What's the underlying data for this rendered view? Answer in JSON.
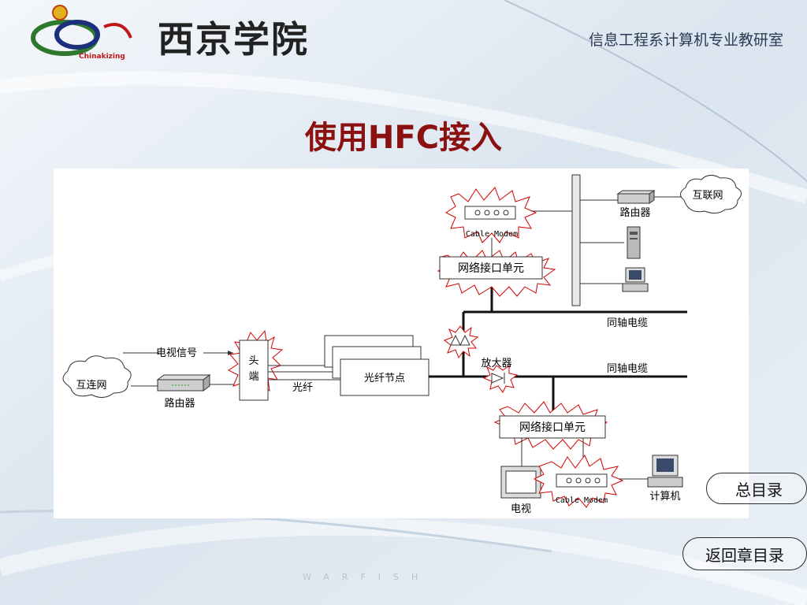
{
  "header": {
    "school_name": "西京学院",
    "logo_caption": "Chinakizing",
    "department": "信息工程系计算机专业教研室"
  },
  "slide": {
    "title": "使用HFC接入"
  },
  "diagram": {
    "internet_left": "互连网",
    "router_left": "路由器",
    "tv_signal": "电视信号",
    "head_end_1": "头",
    "head_end_2": "端",
    "fiber": "光纤",
    "fiber_node": "光纤节点",
    "amplifier": "放大器",
    "coax_1": "同轴电缆",
    "coax_2": "同轴电缆",
    "niu_top": "网络接口单元",
    "niu_bottom": "网络接口单元",
    "cable_modem_top": "Cable Modem",
    "cable_modem_bottom": "Cable Modem",
    "router_right": "路由器",
    "internet_right": "互联网",
    "tv": "电视",
    "computer": "计算机"
  },
  "nav": {
    "total_contents": "总目录",
    "chapter_contents": "返回章目录"
  },
  "footer": {
    "watermark": "WARFISH"
  },
  "colors": {
    "title": "#8b1010",
    "burst": "#d40000",
    "background": "#dfe8f1"
  }
}
